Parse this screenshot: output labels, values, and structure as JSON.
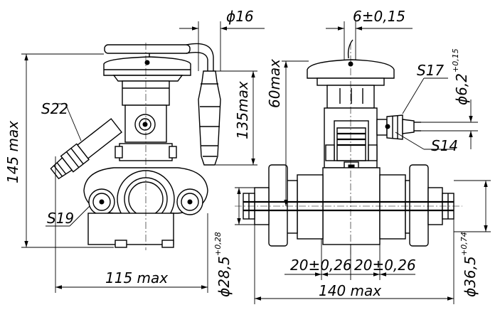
{
  "dimensions": {
    "dia16": "ϕ16",
    "tol6": "6±0,15",
    "h145": "145 max",
    "h60": "60max",
    "h135": "135max",
    "w115": "115 max",
    "w140": "140 max",
    "pitch1": "20±0,26",
    "pitch2": "20±0,26",
    "dia28": "ϕ28,5",
    "dia28tol": "+0,28",
    "dia36": "ϕ36,5",
    "dia36tol": "+0,74",
    "dia62": "ϕ6,2",
    "dia62tol": "+0,15"
  },
  "labels": {
    "s22": "S22",
    "s19": "S19",
    "s17": "S17",
    "s14": "S14"
  }
}
